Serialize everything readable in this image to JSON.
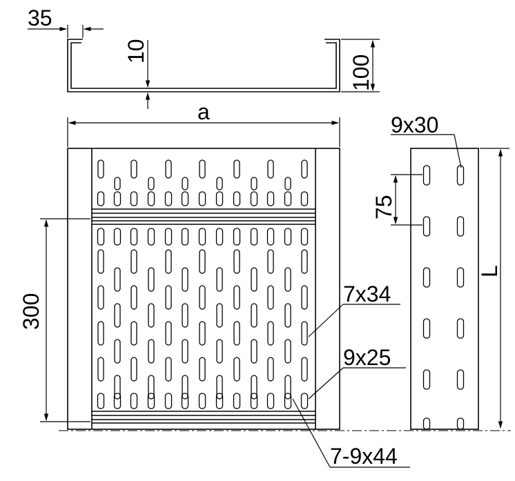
{
  "labels": {
    "dim_35": "35",
    "dim_10": "10",
    "dim_100": "100",
    "dim_a": "a",
    "dim_300": "300",
    "hole_9x30": "9x30",
    "pitch_75": "75",
    "dim_L": "L",
    "hole_7x34": "7x34",
    "hole_9x25": "9x25",
    "hole_7_9x44": "7-9x44"
  },
  "colors": {
    "line": "#000000",
    "background": "#ffffff"
  }
}
